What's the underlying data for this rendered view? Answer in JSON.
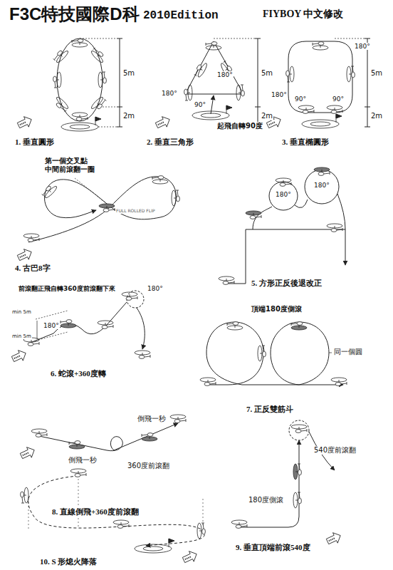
{
  "diagram": {
    "title": "F3C特技國際D科",
    "labels": [
      "2010Edition",
      "FIYBOY 中文修改",
      "5m",
      "2m",
      "1. 垂直圓形",
      "180°",
      "180°",
      "5m",
      "2m",
      "90°",
      "起飛自轉90度",
      "2. 垂直三角形",
      "180°",
      "180°",
      "5m",
      "2m",
      "90°",
      "90°",
      "3. 垂直橢圓形",
      "第一個交叉點 中間前滾翻一圈",
      "FULL ROLLED FLIP",
      "4. 古巴8字",
      "180°",
      "180°",
      "5. 方形正反後退改正",
      "前滾翻正飛自轉360度前滾翻下來",
      "min 5m",
      "180°",
      "min 5m",
      "180°",
      "6. 蛇滾+360度轉",
      "頂端180度側滾",
      "同一個圓",
      "7. 正反雙筋斗",
      "倒飛一秒",
      "倒飛一秒",
      "360度前滾翻",
      "8. 直線倒飛+360度前滾翻",
      "540度前滾翻",
      "180度側滾",
      "9. 垂直頂端前滾540度",
      "10. S 形熄火降落"
    ]
  }
}
